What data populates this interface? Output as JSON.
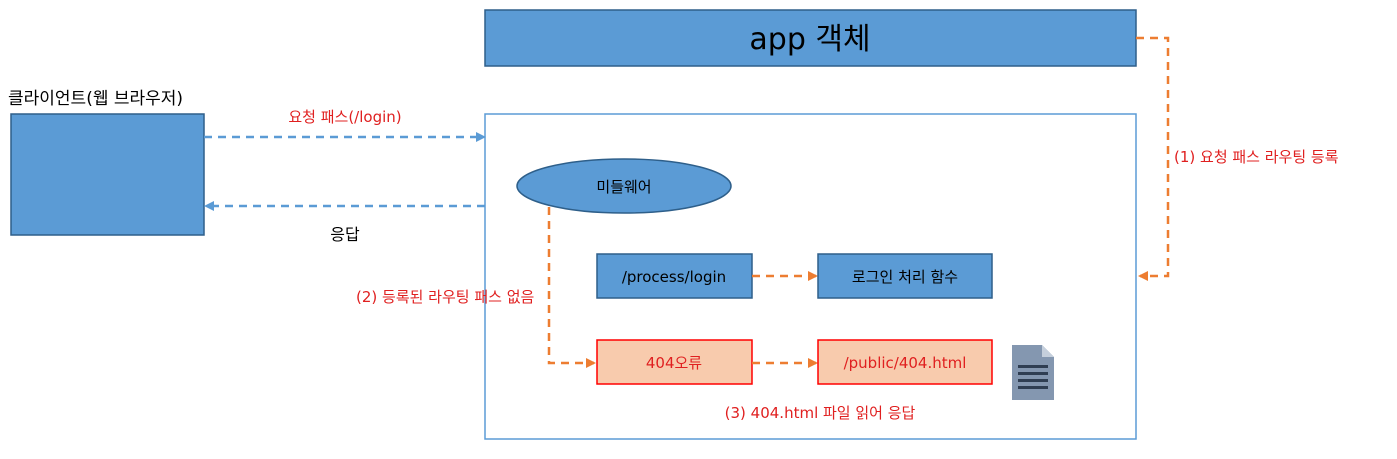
{
  "app_object": {
    "label": "app 객체"
  },
  "client": {
    "label": "클라이언트(웹 브라우저)"
  },
  "middleware": {
    "label": "미들웨어"
  },
  "process_login": {
    "label": "/process/login"
  },
  "login_handler": {
    "label": "로그인 처리 함수"
  },
  "error_404": {
    "label": "404오류"
  },
  "public_404": {
    "label": "/public/404.html"
  },
  "arrows": {
    "request_path": "요청 패스(/login)",
    "response": "응답",
    "register_routing": "(1) 요청 패스 라우팅 등록",
    "no_registered_routing": "(2) 등록된 라우팅 패스 없음",
    "read_404_respond": "(3) 404.html 파일 읽어 응답"
  },
  "colors": {
    "box_blue": "#5b9bd5",
    "box_border": "#2e5f8a",
    "error_fill": "#f8cbad",
    "error_border": "#ff0000",
    "orange_arrow": "#ed7d31",
    "blue_arrow": "#5b9bd5",
    "annotation_red": "#e02020",
    "doc_icon": "#8497b0"
  },
  "icons": {
    "document": "document-icon"
  }
}
